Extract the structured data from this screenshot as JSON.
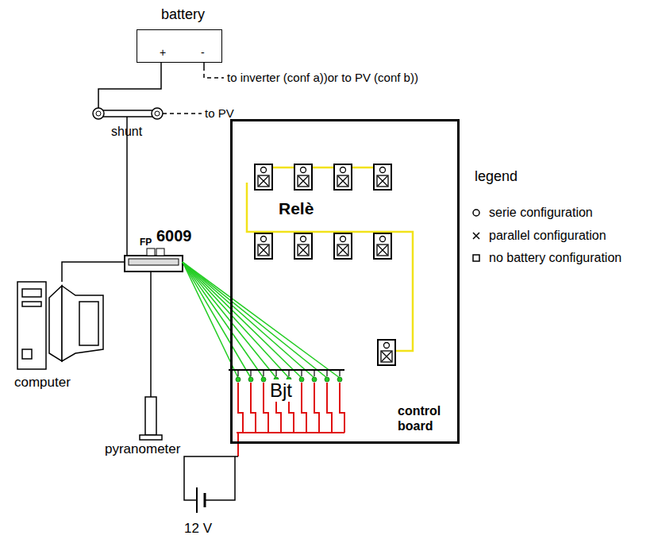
{
  "diagram": {
    "nodes": [
      {
        "text": [
          "battery",
          "+",
          "-"
        ]
      },
      {
        "text": [
          "Relè",
          "Bjt",
          "control board"
        ]
      }
    ],
    "labels": [
      "to inverter (conf a))or to PV (conf b))",
      "to PV",
      "shunt",
      "FP",
      "6009",
      "computer",
      "pyranometer",
      "12 V",
      "legend"
    ],
    "legend": [
      {
        "text": "serie configuration"
      },
      {
        "text": "parallel configuration"
      },
      {
        "text": "no battery configuration"
      }
    ]
  }
}
